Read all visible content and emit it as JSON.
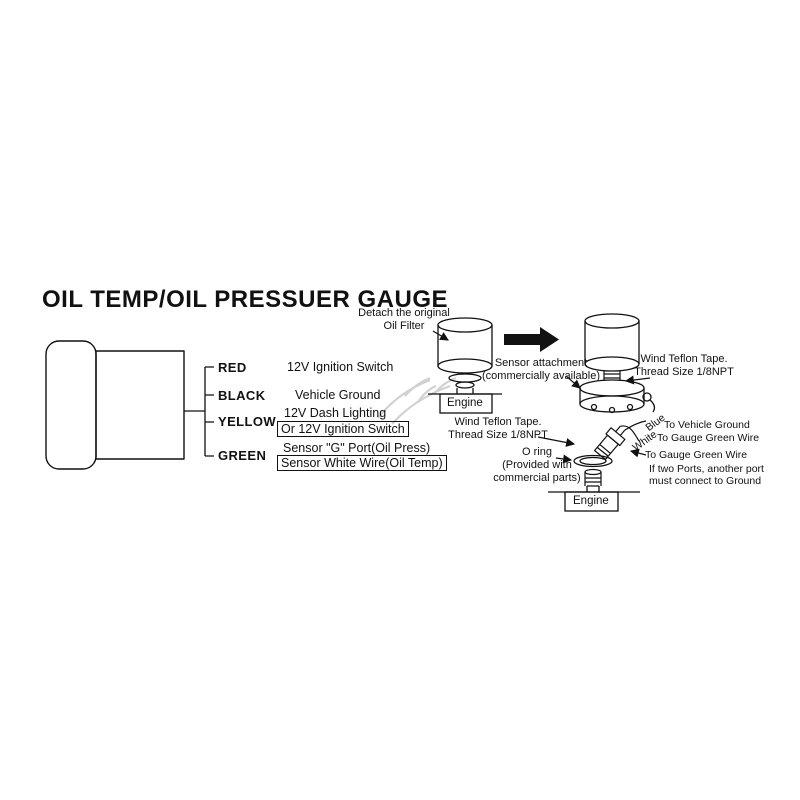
{
  "title": "OIL TEMP/OIL PRESSUER GAUGE",
  "gauge": {
    "wires": {
      "red_label": "RED",
      "black_label": "BLACK",
      "yellow_label": "YELLOW",
      "green_label": "GREEN",
      "red_desc": "12V Ignition Switch",
      "black_desc": "Vehicle Ground",
      "yellow_desc_1": "12V Dash Lighting",
      "yellow_desc_2": "Or 12V Ignition Switch",
      "green_desc_1": "Sensor \"G\" Port(Oil Press)",
      "green_desc_2": "Sensor White Wire(Oil Temp)"
    }
  },
  "annotations": {
    "detach_note": "Detach the original\nOil Filter",
    "sensor_attachment_note": "Sensor attachment\n(commercially available)",
    "teflon_note_right": "Wind Teflon Tape.\nThread Size 1/8NPT",
    "teflon_note_left": "Wind Teflon Tape.\nThread Size 1/8NPT",
    "o_ring_note": "O ring\n(Provided with\ncommercial parts)",
    "engine_label_left": "Engine",
    "engine_label_right": "Engine",
    "wire_blue": "Blue",
    "wire_white": "White",
    "to_vehicle_ground": "To Vehicle Ground",
    "to_gauge_green_wire_1": "To Gauge Green Wire",
    "to_gauge_green_wire_2": "To Gauge Green Wire",
    "two_ports_note": "If two Ports, another port\nmust connect to Ground"
  },
  "colors": {
    "line": "#111111",
    "watermark": "#c9c9c9"
  }
}
